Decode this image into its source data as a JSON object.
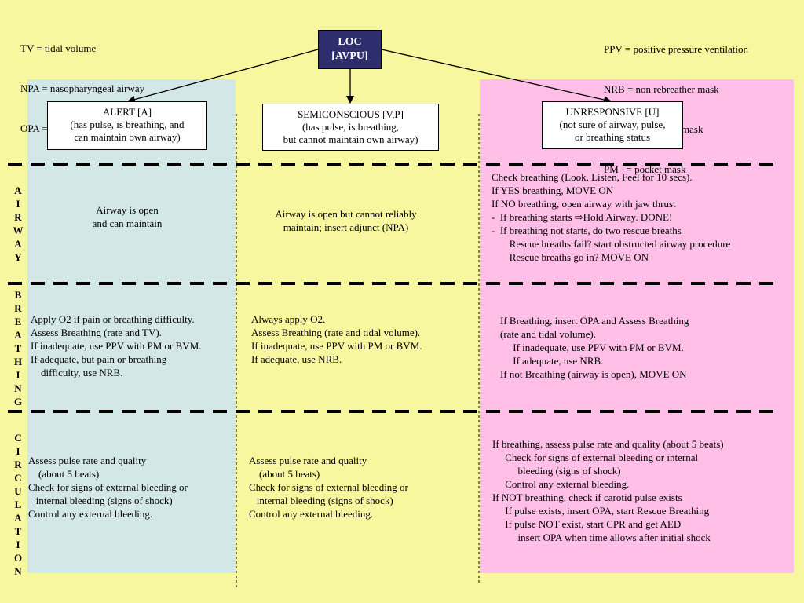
{
  "colors": {
    "background": "#f7f7a0",
    "alert_column": "#d3e8e6",
    "unresponsive_column": "#ffbfe6",
    "loc_box": "#2e2e6e"
  },
  "legend_left": [
    "TV = tidal volume",
    "NPA = nasopharyngeal airway",
    "OPA = oropharyngeal airway"
  ],
  "legend_right": [
    "PPV = positive pressure ventilation",
    "NRB = non rebreather mask",
    "BVM = bag-valve-mask",
    "PM   = pocket mask"
  ],
  "loc": {
    "line1": "LOC",
    "line2": "[AVPU]"
  },
  "columns": {
    "alert": {
      "header": [
        "ALERT [A]",
        "(has pulse, is breathing, and",
        "can maintain own airway)"
      ],
      "airway": [
        "Airway is open",
        "and can maintain"
      ],
      "breathing": [
        "Apply O2 if pain or breathing difficulty.",
        "Assess Breathing (rate and TV).",
        "If inadequate, use PPV with PM or BVM.",
        "If adequate, but pain or breathing",
        "    difficulty, use NRB."
      ],
      "circulation": [
        "Assess pulse rate and quality",
        "    (about 5 beats)",
        "Check for signs of external bleeding or",
        "   internal bleeding (signs of shock)",
        "Control any external bleeding."
      ]
    },
    "semiconscious": {
      "header": [
        "SEMICONSCIOUS [V,P]",
        "(has pulse, is breathing,",
        "but cannot maintain own airway)"
      ],
      "airway": [
        "Airway is open but cannot reliably",
        "maintain; insert adjunct (NPA)"
      ],
      "breathing": [
        "Always apply O2.",
        "Assess Breathing (rate and tidal volume).",
        "If inadequate, use PPV with PM or BVM.",
        "If adequate, use NRB."
      ],
      "circulation": [
        "Assess pulse rate and quality",
        "    (about 5 beats)",
        "Check for signs of external bleeding or",
        "   internal bleeding (signs of shock)",
        "Control any external bleeding."
      ]
    },
    "unresponsive": {
      "header": [
        "UNRESPONSIVE [U]",
        "(not sure of airway, pulse,",
        "or breathing status"
      ],
      "airway": [
        "Check breathing (Look, Listen, Feel for 10 secs).",
        "If YES breathing, MOVE ON",
        "If NO breathing, open airway with jaw thrust",
        "-  If breathing starts ⇨Hold Airway. DONE!",
        "-  If breathing not starts, do two rescue breaths",
        "       Rescue breaths fail? start obstructed airway procedure",
        "       Rescue breaths go in? MOVE ON"
      ],
      "breathing": [
        "If Breathing, insert OPA and Assess Breathing",
        "(rate and tidal volume).",
        "     If inadequate, use PPV with PM or BVM.",
        "     If adequate, use NRB.",
        "If not Breathing (airway is open), MOVE ON"
      ],
      "circulation": [
        "If breathing, assess pulse rate and quality (about 5 beats)",
        "     Check for signs of external bleeding or internal",
        "          bleeding (signs of shock)",
        "     Control any external bleeding.",
        "If NOT breathing, check if carotid pulse exists",
        "     If pulse exists, insert OPA, start Rescue Breathing",
        "     If pulse NOT exist, start CPR and get AED",
        "          insert OPA when time allows after initial shock"
      ]
    }
  },
  "row_labels": {
    "airway": [
      "A",
      "I",
      "R",
      "W",
      "A",
      "Y"
    ],
    "breathing": [
      "B",
      "R",
      "E",
      "A",
      "T",
      "H",
      "I",
      "N",
      "G"
    ],
    "circulation": [
      "C",
      "I",
      "R",
      "C",
      "U",
      "L",
      "A",
      "T",
      "I",
      "O",
      "N"
    ]
  }
}
